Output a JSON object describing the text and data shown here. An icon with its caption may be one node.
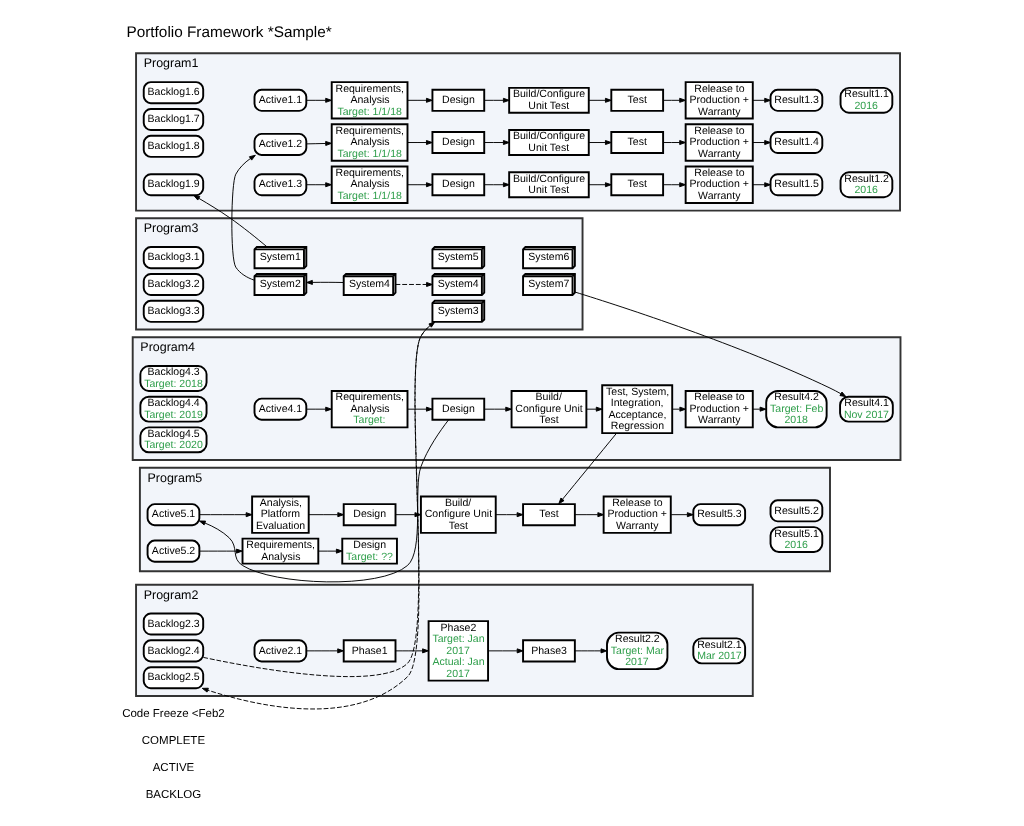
{
  "diagram": {
    "title": "Portfolio Framework *Sample*",
    "nodes": [
      {
        "text": [
          "Program1"
        ]
      },
      {
        "text": [
          "Backlog1.6"
        ],
        "in": 0
      },
      {
        "text": [
          "Backlog1.7"
        ],
        "in": 0
      },
      {
        "text": [
          "Backlog1.8"
        ],
        "in": 0
      },
      {
        "text": [
          "Backlog1.9"
        ],
        "in": 0
      },
      {
        "text": [
          "Active1.1"
        ],
        "in": 0
      },
      {
        "text": [
          "Requirements, Analysis",
          "Target: 1/1/18"
        ],
        "in": 0
      },
      {
        "text": [
          "Design"
        ],
        "in": 0
      },
      {
        "text": [
          "Build/Configure Unit Test"
        ],
        "in": 0
      },
      {
        "text": [
          "Test"
        ],
        "in": 0
      },
      {
        "text": [
          "Release to Production + Warranty"
        ],
        "in": 0
      },
      {
        "text": [
          "Result1.3"
        ],
        "in": 0
      },
      {
        "text": [
          "Active1.2"
        ],
        "in": 0
      },
      {
        "text": [
          "Requirements, Analysis",
          "Target: 1/1/18"
        ],
        "in": 0
      },
      {
        "text": [
          "Design"
        ],
        "in": 0
      },
      {
        "text": [
          "Build/Configure Unit Test"
        ],
        "in": 0
      },
      {
        "text": [
          "Test"
        ],
        "in": 0
      },
      {
        "text": [
          "Release to Production + Warranty"
        ],
        "in": 0
      },
      {
        "text": [
          "Result1.4"
        ],
        "in": 0
      },
      {
        "text": [
          "Active1.3"
        ],
        "in": 0
      },
      {
        "text": [
          "Requirements, Analysis",
          "Target: 1/1/18"
        ],
        "in": 0
      },
      {
        "text": [
          "Design"
        ],
        "in": 0
      },
      {
        "text": [
          "Build/Configure Unit Test"
        ],
        "in": 0
      },
      {
        "text": [
          "Test"
        ],
        "in": 0
      },
      {
        "text": [
          "Release to Production + Warranty"
        ],
        "in": 0
      },
      {
        "text": [
          "Result1.5"
        ],
        "in": 0
      },
      {
        "text": [
          "Result1.1",
          "2016"
        ],
        "in": 0
      },
      {
        "text": [
          "Result1.2",
          "2016"
        ],
        "in": 0
      },
      {
        "text": [
          "Program2"
        ]
      },
      {
        "text": [
          "Backlog2.3"
        ],
        "in": 28
      },
      {
        "text": [
          "Backlog2.4"
        ],
        "in": 28
      },
      {
        "text": [
          "Backlog2.5"
        ],
        "in": 28
      },
      {
        "text": [
          "Active2.1"
        ],
        "in": 28
      },
      {
        "text": [
          "Phase1"
        ],
        "in": 28
      },
      {
        "text": [
          "Phase2",
          "Target: Jan 2017",
          "Actual: Jan 2017"
        ],
        "in": 28
      },
      {
        "text": [
          "Phase3"
        ],
        "in": 28
      },
      {
        "text": [
          "Result2.2",
          "Target: Mar 2017"
        ],
        "in": 28
      },
      {
        "text": [
          "Result2.1",
          "Mar 2017"
        ],
        "in": 28
      },
      {
        "text": [
          "Program3"
        ]
      },
      {
        "text": [
          "Backlog3.1"
        ],
        "in": 38
      },
      {
        "text": [
          "Backlog3.2"
        ],
        "in": 38
      },
      {
        "text": [
          "Backlog3.3"
        ],
        "in": 38
      },
      {
        "text": [
          "System1"
        ],
        "in": 38
      },
      {
        "text": [
          "System2"
        ],
        "in": 38
      },
      {
        "text": [
          "System4"
        ],
        "in": 38
      },
      {
        "text": [
          "System3"
        ],
        "in": 38
      },
      {
        "text": [
          "System4"
        ],
        "in": 38
      },
      {
        "text": [
          "System7"
        ],
        "in": 38
      },
      {
        "text": [
          "System5"
        ],
        "in": 38
      },
      {
        "text": [
          "System6"
        ],
        "in": 38
      },
      {
        "text": [
          "Program4"
        ]
      },
      {
        "text": [
          "Backlog4.3",
          "Target: 2018"
        ],
        "in": 50
      },
      {
        "text": [
          "Backlog4.4",
          "Target: 2019"
        ],
        "in": 50
      },
      {
        "text": [
          "Backlog4.5",
          "Target: 2020"
        ],
        "in": 50
      },
      {
        "text": [
          "Active4.1"
        ],
        "in": 50
      },
      {
        "text": [
          "Requirements, Analysis",
          "Target:"
        ],
        "in": 50
      },
      {
        "text": [
          "Design"
        ],
        "in": 50
      },
      {
        "text": [
          "Build/ Configure Unit Test"
        ],
        "in": 50
      },
      {
        "text": [
          "Test, System, Integration, Acceptance, Regression"
        ],
        "in": 50
      },
      {
        "text": [
          "Release to Production + Warranty"
        ],
        "in": 50
      },
      {
        "text": [
          "Result4.2",
          "Target: Feb 2018"
        ],
        "in": 50
      },
      {
        "text": [
          "Result4.1",
          "Nov 2017"
        ],
        "in": 50
      },
      {
        "text": [
          "Program5"
        ]
      },
      {
        "text": [
          "Active5.1"
        ],
        "in": 62
      },
      {
        "text": [
          "Analysis, Platform Evaluation"
        ],
        "in": 62
      },
      {
        "text": [
          "Design"
        ],
        "in": 62
      },
      {
        "text": [
          "Build/ Configure Unit Test"
        ],
        "in": 62
      },
      {
        "text": [
          "Test"
        ],
        "in": 62
      },
      {
        "text": [
          "Release to Production + Warranty"
        ],
        "in": 62
      },
      {
        "text": [
          "Result5.3"
        ],
        "in": 62
      },
      {
        "text": [
          "Active5.2"
        ],
        "in": 62
      },
      {
        "text": [
          "Requirements, Analysis"
        ],
        "in": 62
      },
      {
        "text": [
          "Design",
          "Target: ??"
        ],
        "in": 62
      },
      {
        "text": [
          "Result5.1",
          "2016"
        ],
        "in": 62
      },
      {
        "text": [
          "Result5.2"
        ],
        "in": 62
      }
    ],
    "edges": [
      {
        "from": 5,
        "to": 6,
        "arrow": "to"
      },
      {
        "from": 6,
        "to": 7,
        "arrow": "to"
      },
      {
        "from": 7,
        "to": 8,
        "arrow": "to"
      },
      {
        "from": 8,
        "to": 9,
        "arrow": "to"
      },
      {
        "from": 9,
        "to": 10,
        "arrow": "to"
      },
      {
        "from": 10,
        "to": 11,
        "arrow": "to"
      },
      {
        "from": 12,
        "to": 13,
        "arrow": "to"
      },
      {
        "from": 13,
        "to": 14,
        "arrow": "to"
      },
      {
        "from": 14,
        "to": 15,
        "arrow": "to"
      },
      {
        "from": 15,
        "to": 16,
        "arrow": "to"
      },
      {
        "from": 16,
        "to": 17,
        "arrow": "to"
      },
      {
        "from": 17,
        "to": 18,
        "arrow": "to"
      },
      {
        "from": 19,
        "to": 20,
        "arrow": "to"
      },
      {
        "from": 20,
        "to": 21,
        "arrow": "to"
      },
      {
        "from": 21,
        "to": 22,
        "arrow": "to"
      },
      {
        "from": 22,
        "to": 23,
        "arrow": "to"
      },
      {
        "from": 23,
        "to": 24,
        "arrow": "to"
      },
      {
        "from": 24,
        "to": 25,
        "arrow": "to"
      },
      {
        "from": 32,
        "to": 33,
        "arrow": "to"
      },
      {
        "from": 33,
        "to": 34,
        "arrow": "to"
      },
      {
        "from": 34,
        "to": 35,
        "arrow": "to"
      },
      {
        "from": 35,
        "to": 36,
        "arrow": "to"
      },
      {
        "from": 44,
        "to": 43,
        "arrow": "to"
      },
      {
        "from": 44,
        "to": 46,
        "arrow": "to",
        "style": "dashed"
      },
      {
        "from": 30,
        "to": 45,
        "arrow": "to",
        "style": "dashed"
      },
      {
        "from": 45,
        "to": 31,
        "arrow": "to",
        "style": "dashed"
      },
      {
        "from": 42,
        "to": 4,
        "arrow": "to"
      },
      {
        "from": 43,
        "to": 12,
        "arrow": "to"
      },
      {
        "from": 47,
        "to": 61,
        "arrow": "to"
      },
      {
        "from": 54,
        "to": 55,
        "arrow": "to"
      },
      {
        "from": 55,
        "to": 56,
        "arrow": "to"
      },
      {
        "from": 56,
        "to": 57,
        "arrow": "to"
      },
      {
        "from": 57,
        "to": 58,
        "arrow": "to"
      },
      {
        "from": 58,
        "to": 59,
        "arrow": "to"
      },
      {
        "from": 59,
        "to": 60,
        "arrow": "to"
      },
      {
        "from": 56,
        "to": 63,
        "arrow": "to"
      },
      {
        "from": 58,
        "to": 67,
        "arrow": "to"
      },
      {
        "from": 63,
        "to": 64,
        "arrow": "to"
      },
      {
        "from": 64,
        "to": 65,
        "arrow": "to"
      },
      {
        "from": 65,
        "to": 66,
        "arrow": "to"
      },
      {
        "from": 66,
        "to": 67,
        "arrow": "to"
      },
      {
        "from": 67,
        "to": 68,
        "arrow": "to"
      },
      {
        "from": 68,
        "to": 69,
        "arrow": "to"
      },
      {
        "from": 70,
        "to": 71,
        "arrow": "to"
      },
      {
        "from": 71,
        "to": 72,
        "arrow": "to"
      }
    ],
    "labels": [
      "BACKLOG",
      "ACTIVE",
      "COMPLETE",
      "Code Freeze <Feb2"
    ]
  }
}
